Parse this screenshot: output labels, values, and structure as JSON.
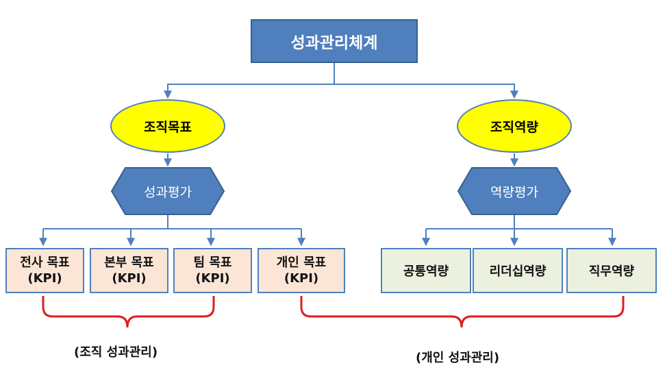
{
  "title": "성과관리체계",
  "branches": {
    "org_goal": {
      "label": "조직목표",
      "evaluation": "성과평가"
    },
    "org_competency": {
      "label": "조직역량",
      "evaluation": "역량평가"
    }
  },
  "kpi_boxes": [
    {
      "name": "전사 목표",
      "sub": "(KPI)"
    },
    {
      "name": "본부 목표",
      "sub": "(KPI)"
    },
    {
      "name": "팀 목표",
      "sub": "(KPI)"
    },
    {
      "name": "개인 목표",
      "sub": "(KPI)"
    }
  ],
  "competency_boxes": [
    "공통역량",
    "리더십역량",
    "직무역량"
  ],
  "groups": {
    "org": "(조직 성과관리)",
    "individual": "(개인 성과관리)"
  },
  "colors": {
    "title_fill": "#4f7fbd",
    "ellipse_fill": "#ffff00",
    "hexagon_fill": "#4f7fbd",
    "kpi_fill": "#fbe5d6",
    "competency_fill": "#ebf1de",
    "connector": "#4f7fbd",
    "bracket": "#e01b1b"
  }
}
